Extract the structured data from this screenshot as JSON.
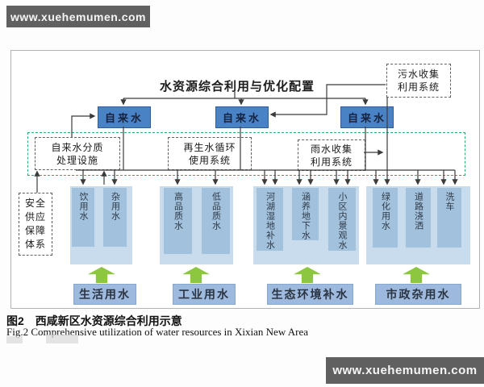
{
  "watermark": {
    "text": "www.xuehemumen.com"
  },
  "diagram": {
    "title": "水资源综合利用与优化配置",
    "sewage_system": {
      "lines": [
        "污水收集",
        "利用系统"
      ]
    },
    "tap_water": {
      "label": "自来水"
    },
    "systems": [
      {
        "lines": [
          "自来水分质",
          "处理设施"
        ]
      },
      {
        "lines": [
          "再生水循环",
          "使用系统"
        ]
      },
      {
        "lines": [
          "雨水收集",
          "利用系统"
        ]
      }
    ],
    "safety": {
      "lines": [
        "安全",
        "供应",
        "保障",
        "体系"
      ]
    },
    "groups": [
      {
        "columns": [
          "饮用水",
          "杂用水"
        ],
        "usage": "生活用水"
      },
      {
        "columns": [
          "高品质水",
          "低品质水"
        ],
        "usage": "工业用水"
      },
      {
        "columns": [
          "河湖湿地补水",
          "涵养地下水",
          "小区内景观水"
        ],
        "usage": "生态环境补水"
      },
      {
        "columns": [
          "绿化用水",
          "道路浇洒",
          "洗车"
        ],
        "usage": "市政杂用水"
      }
    ],
    "caption_cn": "图2　西咸新区水资源综合利用示意",
    "caption_en": "Fig.2  Comprehensive utilization of water resources in Xixian New Area"
  },
  "colors": {
    "tap_water_box": "#4a82c6",
    "usage_box": "#9dbade",
    "panel": "#c8dcee",
    "column": "#a2c1dd",
    "arrow_green": "#8dc63f",
    "container_dash_green": "#2fae73",
    "watermark_bg": "#606060"
  }
}
